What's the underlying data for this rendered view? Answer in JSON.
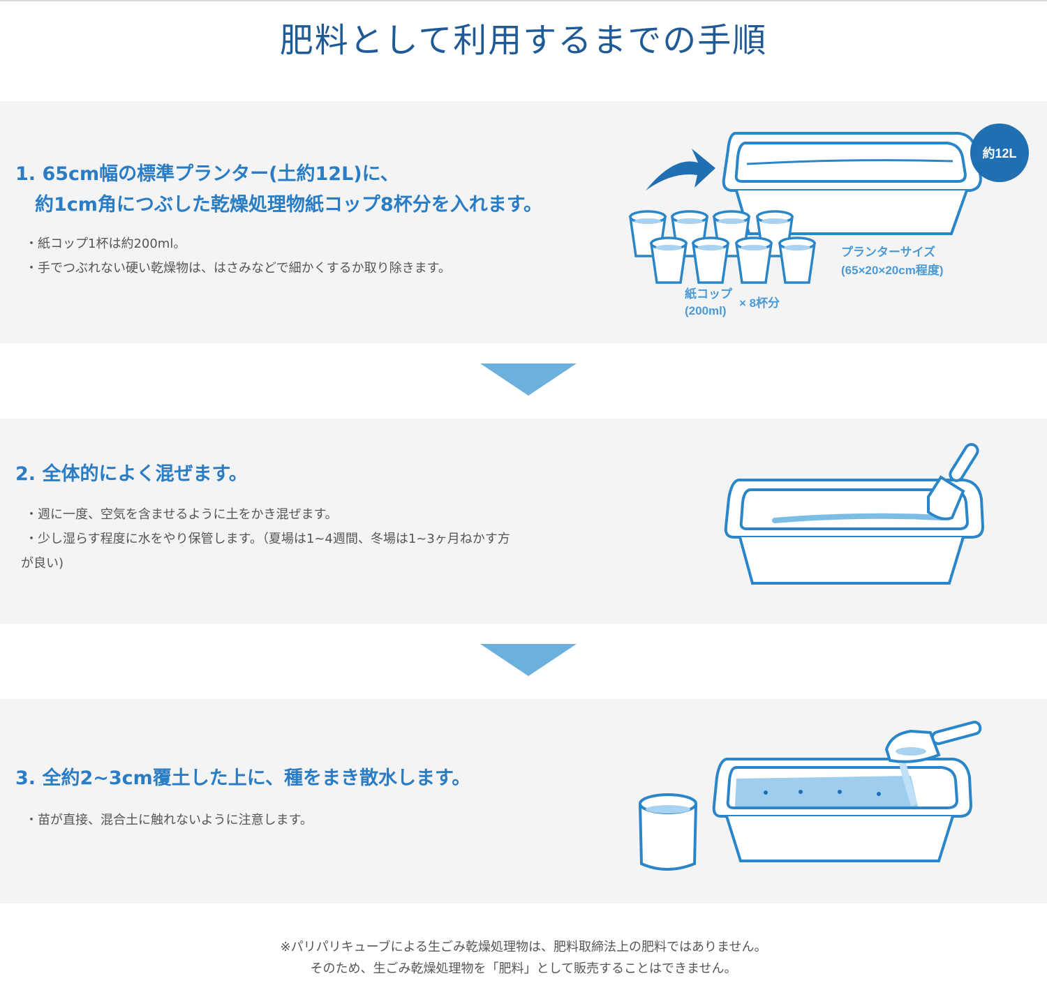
{
  "title": "肥料として利用するまでの手順",
  "steps": [
    {
      "heading_line1": "1. 65cm幅の標準プランター(土約12L)に、",
      "heading_line2": "約1cm角につぶした乾燥処理物紙コップ8杯分を入れます。",
      "notes": [
        "・紙コップ1杯は約200ml。",
        "・手でつぶれない硬い乾燥物は、はさみなどで細かくするか取り除きます。"
      ],
      "illustration": {
        "badge": "約12L",
        "planter_label_line1": "プランターサイズ",
        "planter_label_line2": "(65×20×20cm程度)",
        "cup_label_line1": "紙コップ",
        "cup_label_line2": "(200ml)",
        "cup_count": "× 8杯分"
      }
    },
    {
      "heading": "2. 全体的によく混ぜます。",
      "notes": [
        "・週に一度、空気を含ませるように土をかき混ぜます。",
        "・少し湿らす程度に水をやり保管します。（夏場は1~4週間、冬場は1~3ヶ月ねかす方",
        "が良い)"
      ]
    },
    {
      "heading": "3. 全約2~3cm覆土した上に、種をまき散水します。",
      "notes": [
        "・苗が直接、混合土に触れないように注意します。"
      ]
    }
  ],
  "footer": {
    "line1": "※パリパリキューブによる生ごみ乾燥処理物は、肥料取締法上の肥料ではありません。",
    "line2": "そのため、生ごみ乾燥処理物を「肥料」として販売することはできません。"
  },
  "colors": {
    "title": "#1f5a96",
    "heading": "#2a7cc4",
    "illustration_stroke": "#2a86c8",
    "arrow": "#6cb0de",
    "panel_background": "#f4f4f4"
  }
}
